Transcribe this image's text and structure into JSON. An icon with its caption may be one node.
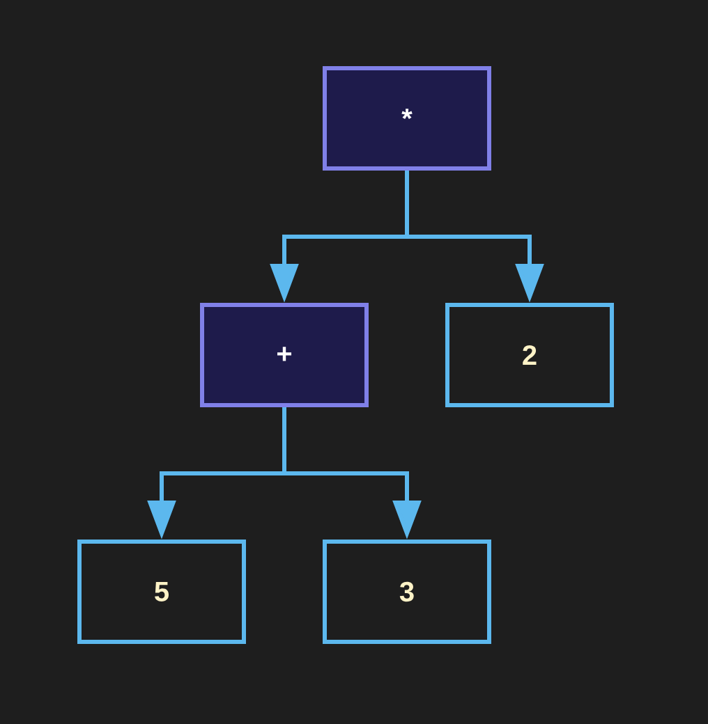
{
  "diagram": {
    "nodes": [
      {
        "text": [
          "*"
        ]
      },
      {
        "text": [
          "+"
        ]
      },
      {
        "text": [
          "2"
        ]
      },
      {
        "text": [
          "5"
        ]
      },
      {
        "text": [
          "3"
        ]
      }
    ],
    "edges": [
      {
        "from": 0,
        "to": 1,
        "arrow": "to"
      },
      {
        "from": 0,
        "to": 2,
        "arrow": "to"
      },
      {
        "from": 1,
        "to": 3,
        "arrow": "to"
      },
      {
        "from": 1,
        "to": 4,
        "arrow": "to"
      }
    ]
  }
}
